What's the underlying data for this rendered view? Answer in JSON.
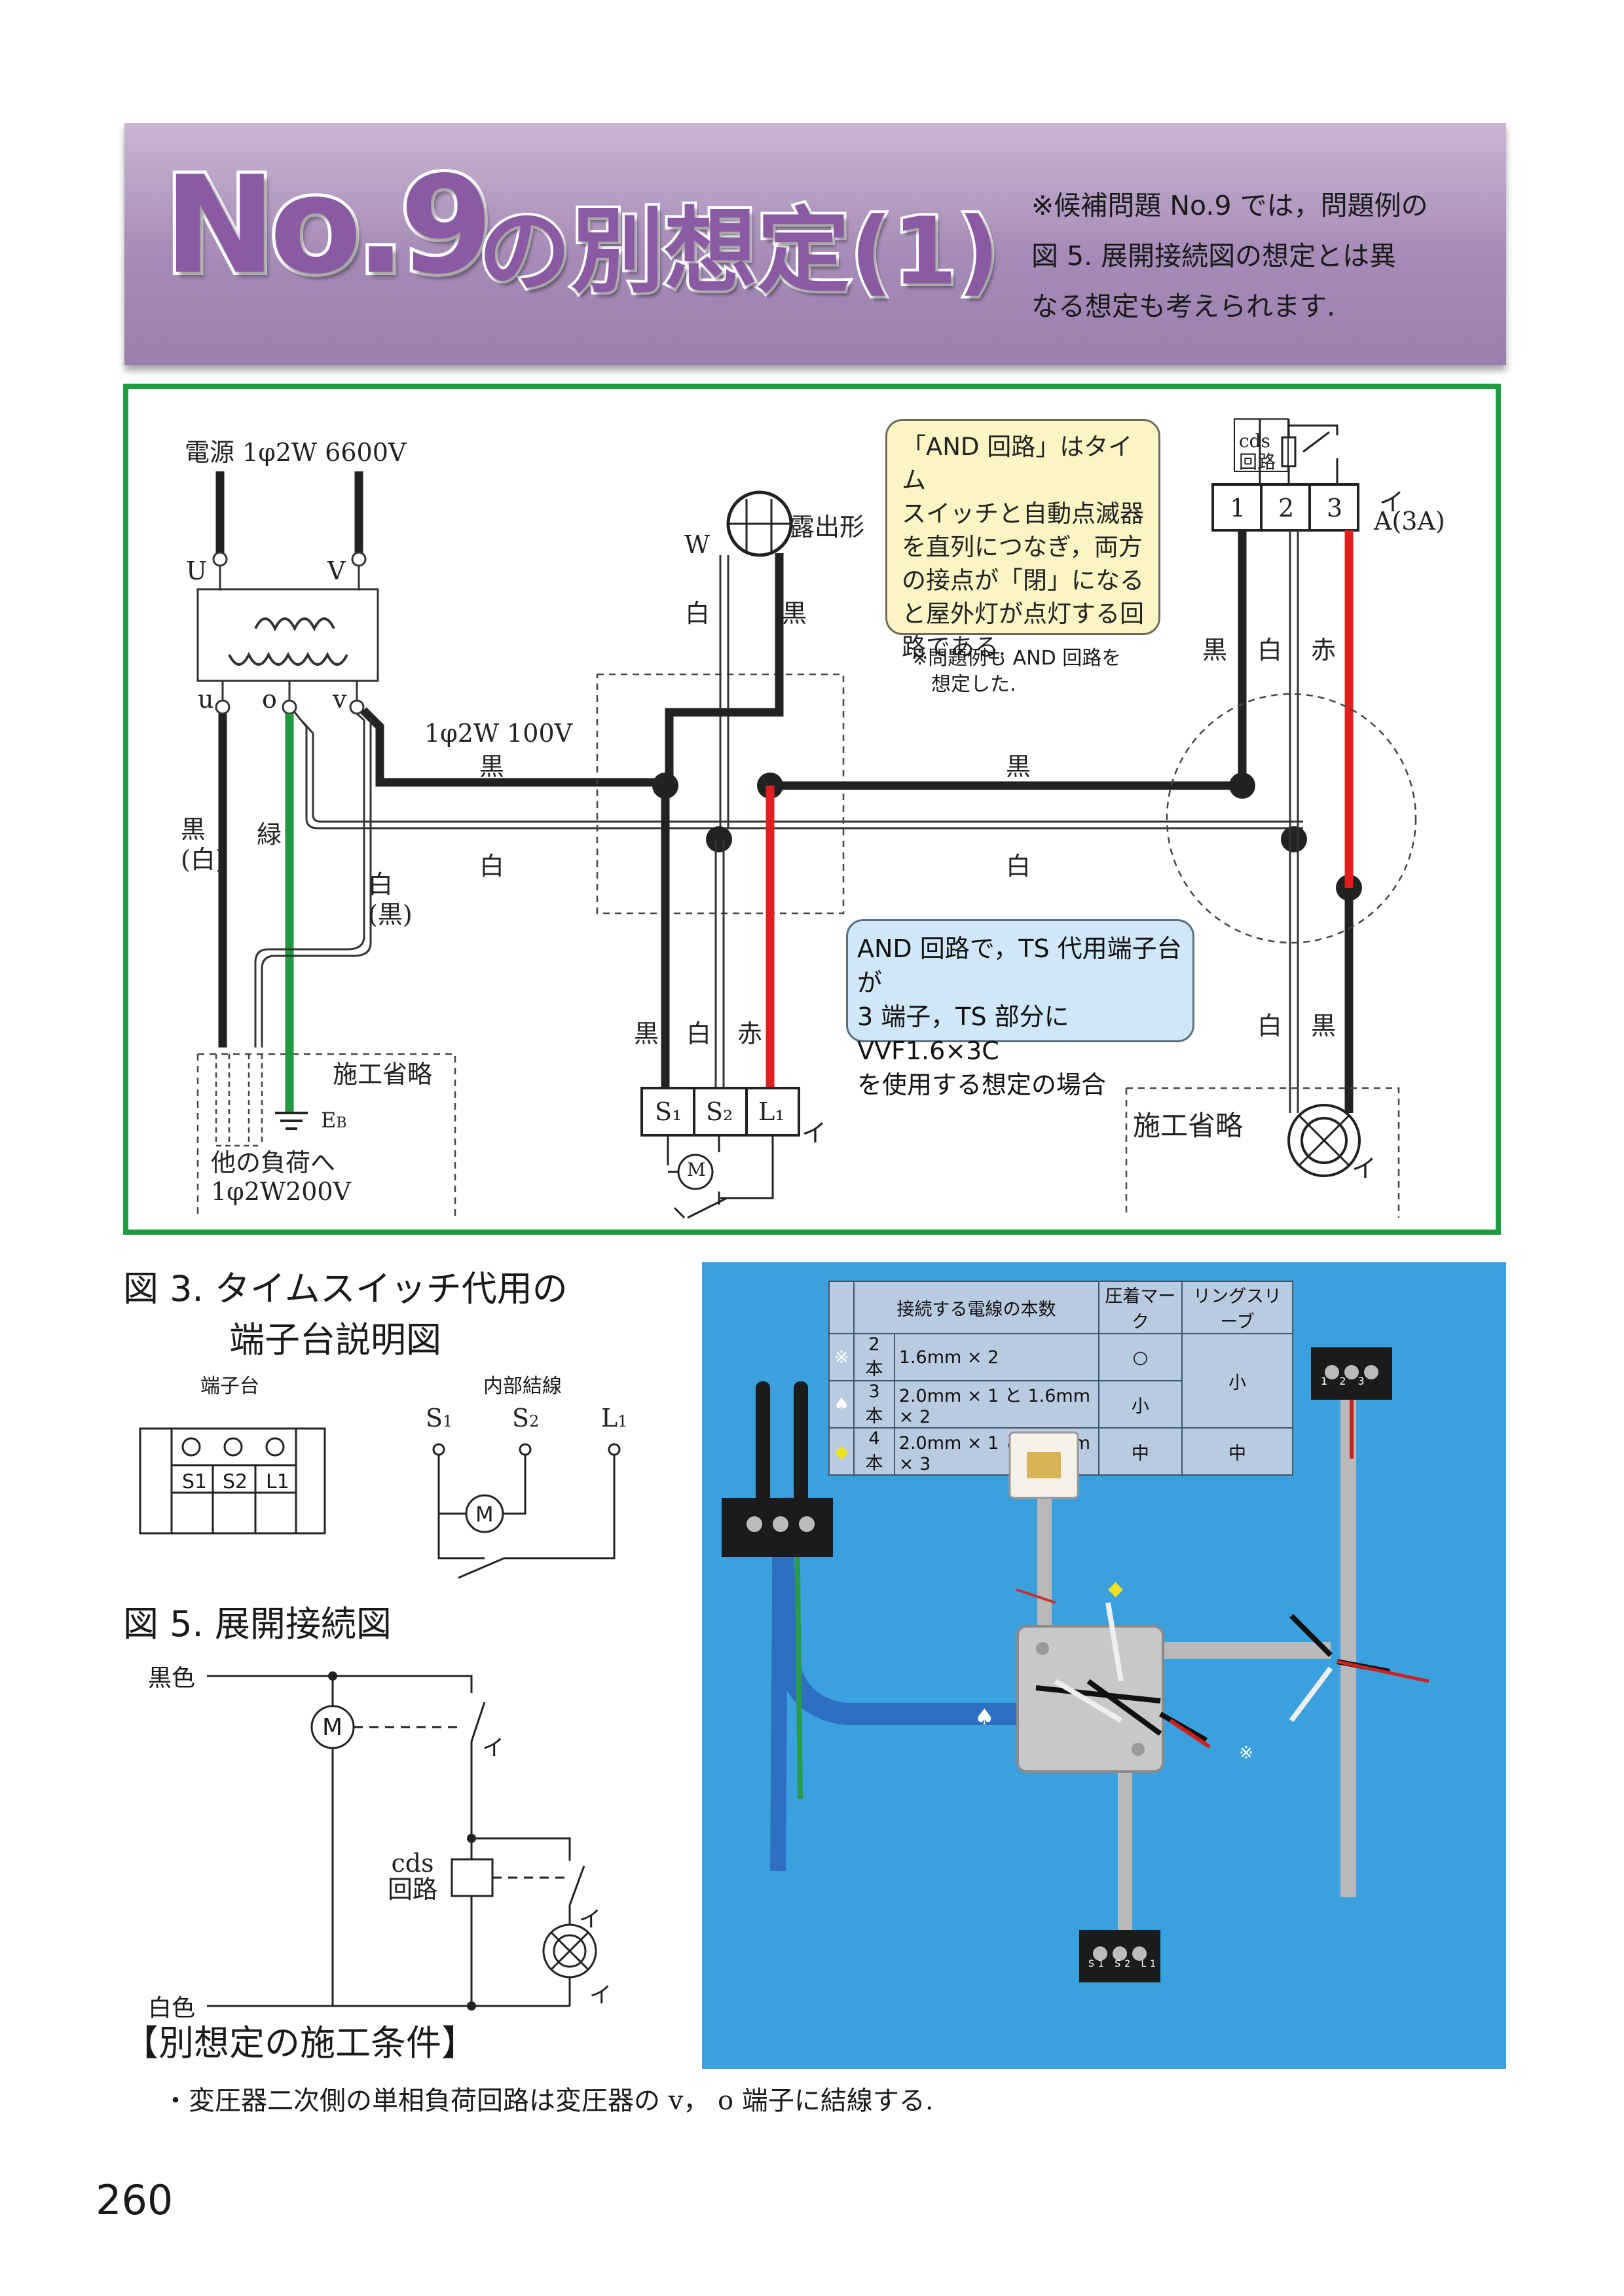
{
  "banner": {
    "title_no": "No.9",
    "title_rest": "の別想定(1)",
    "note": "※候補問題 No.9 では，問題例の\n図 5. 展開接続図の想定とは異\nなる想定も考えられます."
  },
  "main_diagram": {
    "power_source": "電源 1φ2W 6600V",
    "terminal_U": "U",
    "terminal_V": "V",
    "terminal_u": "u",
    "terminal_o": "o",
    "terminal_v": "v",
    "secondary": "1φ2W 100V",
    "lbl_black_top": "黒",
    "lbl_black_right": "黒",
    "lbl_white_mid": "白",
    "lbl_white_right": "白",
    "lbl_black_white": "黒\n(白)",
    "lbl_green": "緑",
    "lbl_white_black": "白\n(黒)",
    "lamp_W": "W",
    "lamp_type": "露出形",
    "lamp_white": "白",
    "lamp_black": "黒",
    "ts_black": "黒",
    "ts_white": "白",
    "ts_red": "赤",
    "ts_S1": "S₁",
    "ts_S2": "S₂",
    "ts_L1": "L₁",
    "ts_i": "イ",
    "motor": "M",
    "cds": "cds\n回路",
    "tb_1": "1",
    "tb_2": "2",
    "tb_3": "3",
    "tb_i": "イ",
    "tb_rating": "A(3A)",
    "tb_black": "黒",
    "tb_white": "白",
    "tb_red": "赤",
    "out_white": "白",
    "out_black": "黒",
    "omitted_left": "施工省略",
    "eb": "E",
    "eb_sub": "B",
    "other_load": "他の負荷へ\n1φ2W200V",
    "omitted_right": "施工省略",
    "outdoor_i": "イ",
    "callout_yellow": "「AND 回路」はタイム\nスイッチと自動点滅器\nを直列につなぎ，両方\nの接点が「閉」になる\nと屋外灯が点灯する回\n路である.",
    "callout_note": "※問題例も AND 回路を\n　想定した.",
    "callout_blue": "AND 回路で，TS 代用端子台が\n3 端子，TS 部分に VVF1.6×3C\nを使用する想定の場合"
  },
  "fig3": {
    "title_l1": "図 3.  タイムスイッチ代用の",
    "title_l2": "端子台説明図",
    "block_label": "端子台",
    "wiring_label": "内部結線",
    "S1": "S",
    "S1_sub": "1",
    "S2": "S",
    "S2_sub": "2",
    "L1": "L",
    "L1_sub": "1",
    "t_S1": "S1",
    "t_S2": "S2",
    "t_L1": "L1",
    "motor": "M"
  },
  "fig5": {
    "title": "図 5.  展開接続図",
    "black": "黒色",
    "white": "白色",
    "motor": "M",
    "cds": "cds\n回路",
    "i1": "イ",
    "i2": "イ",
    "i3": "イ"
  },
  "photo": {
    "table_headers": [
      "",
      "接続する電線の本数",
      "圧着マーク",
      "リングスリーブ"
    ],
    "rows": [
      {
        "mark": "※",
        "count": "2 本",
        "wires": "1.6mm × 2",
        "crimp": "○",
        "sleeve": "小"
      },
      {
        "mark": "♠",
        "count": "3 本",
        "wires": "2.0mm × 1 と 1.6mm × 2",
        "crimp": "小",
        "sleeve": ""
      },
      {
        "mark": "◆",
        "count": "4 本",
        "wires": "2.0mm × 1 と 1.6mm × 3",
        "crimp": "中",
        "sleeve": "中"
      }
    ],
    "mark_colors": {
      "note": "#ffffff",
      "spade": "#ffffff",
      "diamond": "#f1e21b"
    },
    "tb_top_labels": [
      "1",
      "2",
      "3"
    ],
    "tb_bottom_labels": [
      "S1",
      "S2",
      "L1"
    ]
  },
  "conditions": {
    "title": "【別想定の施工条件】",
    "item": "・変圧器二次側の単相負荷回路は変圧器の v， o 端子に結線する."
  },
  "page_number": "260",
  "colors": {
    "frame": "#1f9a3e",
    "wire_red": "#e02020",
    "wire_green": "#1f9a3e",
    "banner_text": "#8a5aa3"
  }
}
